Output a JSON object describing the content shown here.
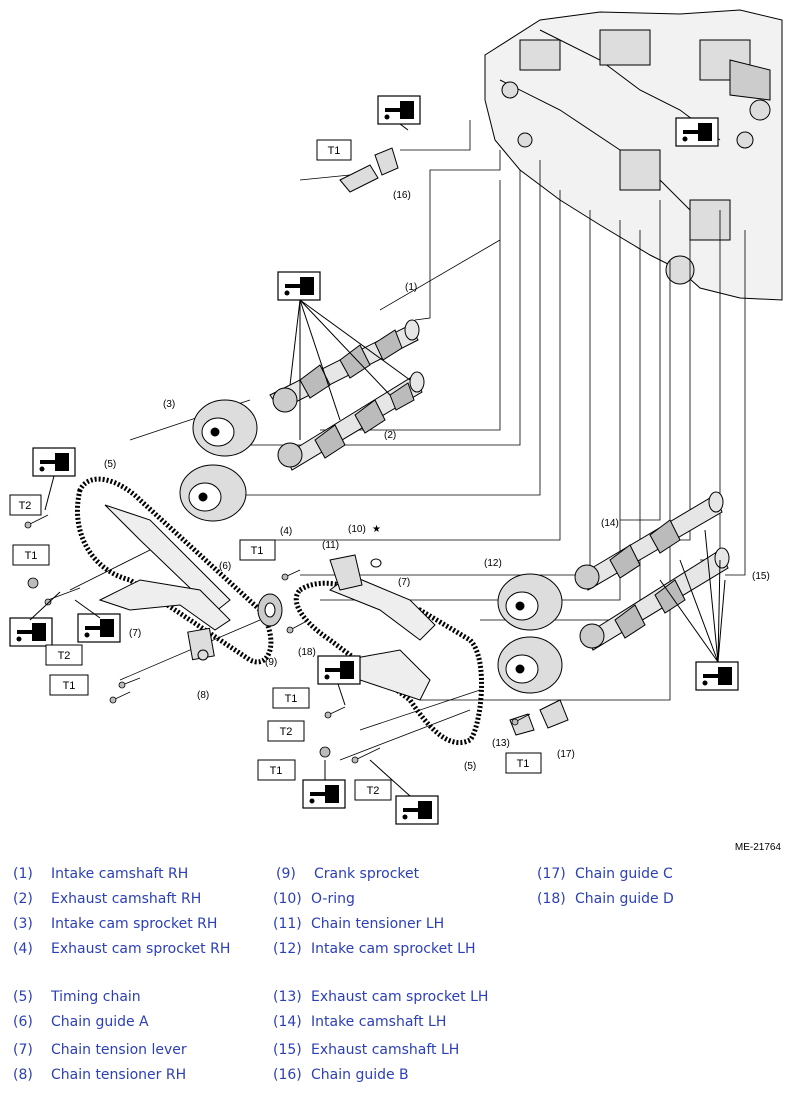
{
  "figure_id": "ME-21764",
  "tags": {
    "t1": "T1",
    "t2": "T2",
    "star": "★"
  },
  "callouts": {
    "c1": "(1)",
    "c2": "(2)",
    "c3": "(3)",
    "c4": "(4)",
    "c5": "(5)",
    "c6": "(6)",
    "c7": "(7)",
    "c8": "(8)",
    "c9": "(9)",
    "c10": "(10)",
    "c11": "(11)",
    "c12": "(12)",
    "c13": "(13)",
    "c14": "(14)",
    "c15": "(15)",
    "c16": "(16)",
    "c17": "(17)",
    "c18": "(18)"
  },
  "legend": [
    {
      "num": "(1)",
      "label": "Intake camshaft RH"
    },
    {
      "num": "(2)",
      "label": "Exhaust camshaft RH"
    },
    {
      "num": "(3)",
      "label": "Intake cam sprocket RH"
    },
    {
      "num": "(4)",
      "label": "Exhaust cam sprocket RH"
    },
    {
      "num": "(5)",
      "label": "Timing chain"
    },
    {
      "num": "(6)",
      "label": "Chain guide A"
    },
    {
      "num": "(7)",
      "label": "Chain tension lever"
    },
    {
      "num": "(8)",
      "label": "Chain tensioner RH"
    },
    {
      "num": "(9)",
      "label": "Crank sprocket"
    },
    {
      "num": "(10)",
      "label": "O-ring"
    },
    {
      "num": "(11)",
      "label": "Chain tensioner LH"
    },
    {
      "num": "(12)",
      "label": "Intake cam sprocket LH"
    },
    {
      "num": "(13)",
      "label": "Exhaust cam sprocket LH"
    },
    {
      "num": "(14)",
      "label": "Intake camshaft LH"
    },
    {
      "num": "(15)",
      "label": "Exhaust camshaft LH"
    },
    {
      "num": "(16)",
      "label": "Chain guide B"
    },
    {
      "num": "(17)",
      "label": "Chain guide C"
    },
    {
      "num": "(18)",
      "label": "Chain guide D"
    }
  ]
}
